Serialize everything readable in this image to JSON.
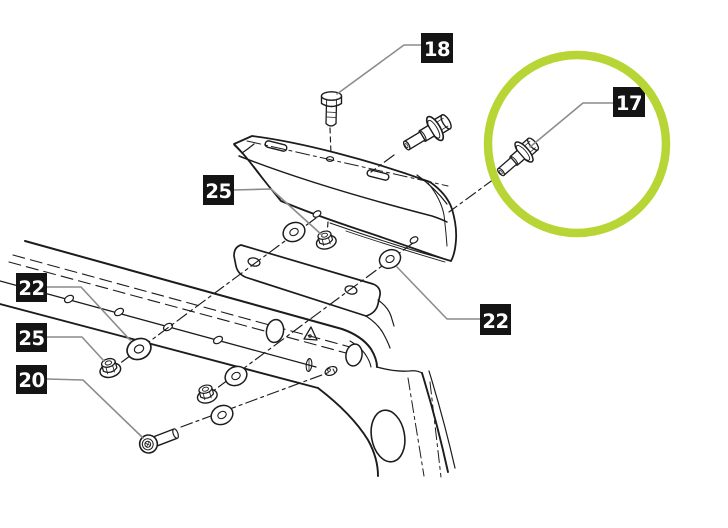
{
  "figure": {
    "type": "exploded-parts-diagram",
    "description": "Exploded assembly view of a mounting pad, bracket and frame rail with numbered fastener callouts; item 17 is highlighted with a ring",
    "background": "#ffffff"
  },
  "colors": {
    "line": "#1c1c1c",
    "leader": "#8c8c8c",
    "label_bg": "#141414",
    "label_text": "#ffffff",
    "highlight_ring": "#b7d636"
  },
  "highlight": {
    "style": "circle",
    "callout": "17"
  },
  "callouts": [
    {
      "id": "18",
      "label": "18",
      "part": "hex-head-bolt"
    },
    {
      "id": "17",
      "label": "17",
      "part": "shoulder-bolt",
      "highlighted": true
    },
    {
      "id": "25-top",
      "label": "25",
      "part": "flange-lock-nut"
    },
    {
      "id": "22-right",
      "label": "22",
      "part": "flat-washer"
    },
    {
      "id": "22-left",
      "label": "22",
      "part": "flat-washer"
    },
    {
      "id": "25-left",
      "label": "25",
      "part": "flange-lock-nut"
    },
    {
      "id": "20",
      "label": "20",
      "part": "socket-head-screw"
    }
  ]
}
